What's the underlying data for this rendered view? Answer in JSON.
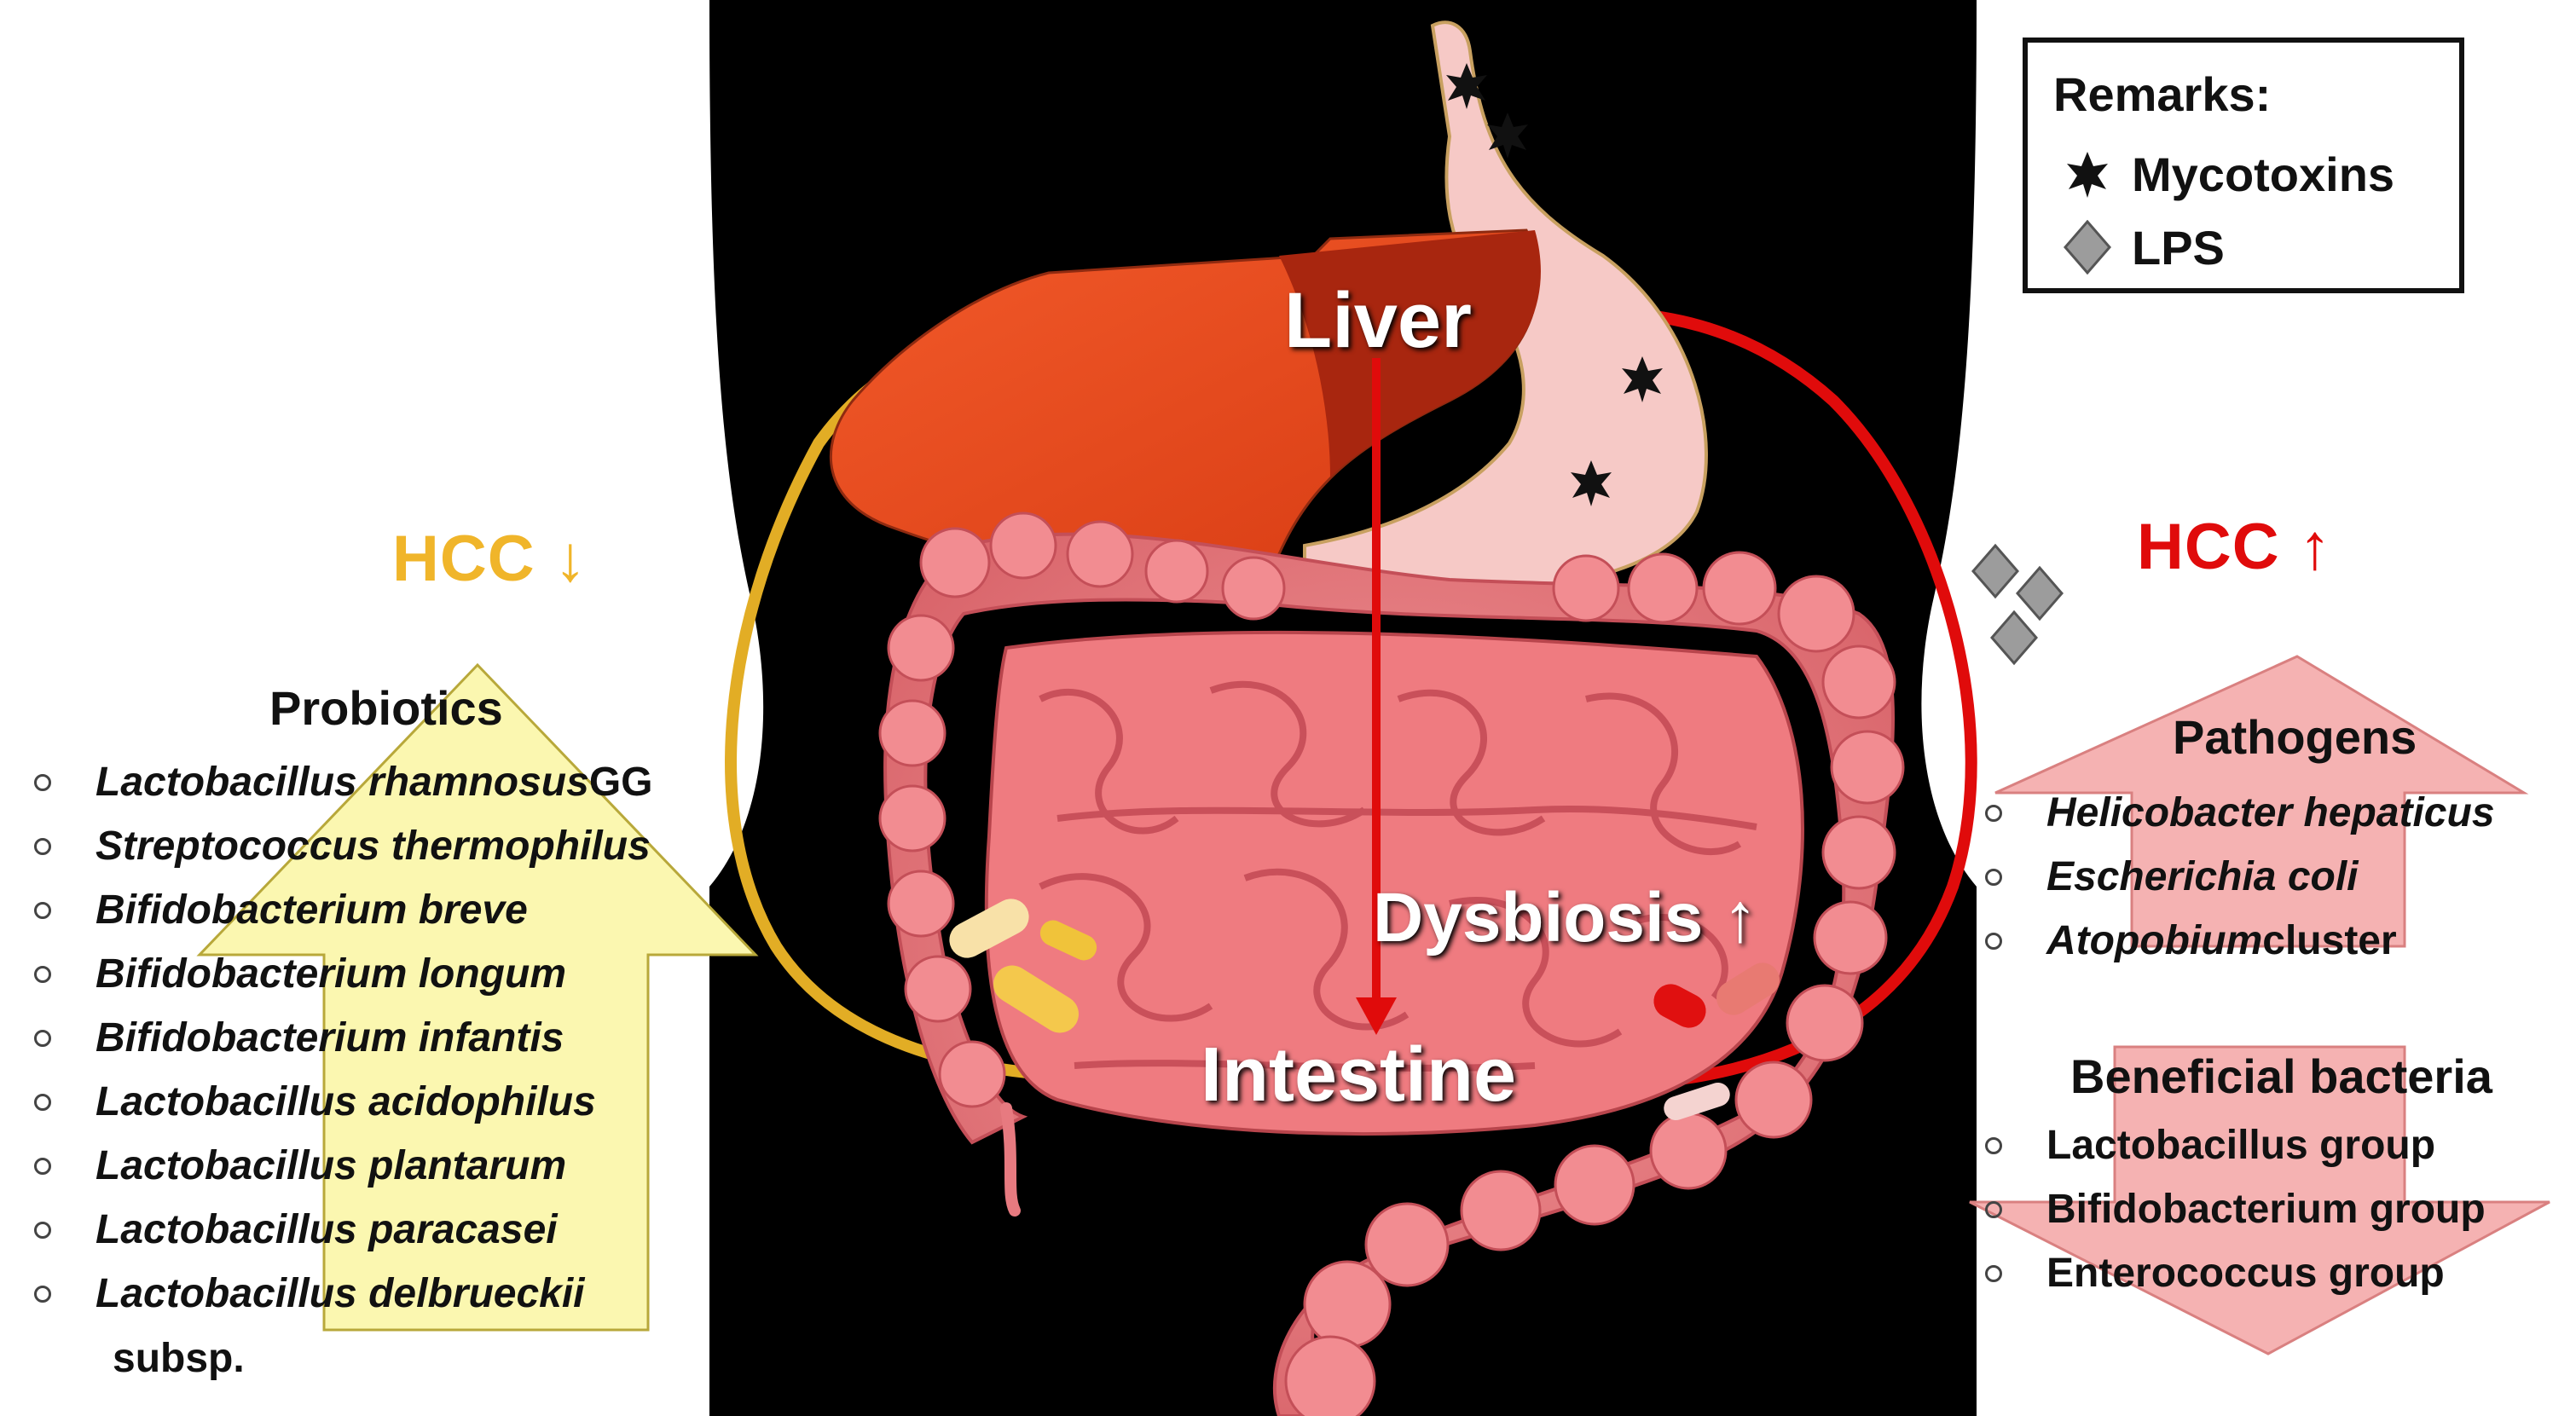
{
  "labels": {
    "liver": "Liver",
    "dysbiosis": "Dysbiosis ↑",
    "intestine": "Intestine",
    "hcc_left": "HCC ↓",
    "hcc_right": "HCC ↑"
  },
  "remarks": {
    "title": "Remarks:",
    "items": [
      {
        "icon": "star-burst-icon",
        "label": "Mycotoxins"
      },
      {
        "icon": "diamond-icon",
        "label": "LPS"
      }
    ]
  },
  "probiotics": {
    "title": "Probiotics",
    "items": [
      {
        "genus": "Lactobacillus rhamnosus",
        "suffix": " GG"
      },
      {
        "genus": "Streptococcus thermophilus",
        "suffix": ""
      },
      {
        "genus": "Bifidobacterium breve",
        "suffix": ""
      },
      {
        "genus": "Bifidobacterium longum",
        "suffix": ""
      },
      {
        "genus": "Bifidobacterium infantis",
        "suffix": ""
      },
      {
        "genus": "Lactobacillus acidophilus",
        "suffix": ""
      },
      {
        "genus": "Lactobacillus plantarum",
        "suffix": ""
      },
      {
        "genus": "Lactobacillus paracasei",
        "suffix": ""
      },
      {
        "genus": "Lactobacillus delbrueckii",
        "suffix": ""
      }
    ],
    "extra": "subsp."
  },
  "pathogens": {
    "title": "Pathogens",
    "items": [
      {
        "genus": "Helicobacter hepaticus",
        "suffix": ""
      },
      {
        "genus": "Escherichia coli",
        "suffix": ""
      },
      {
        "genus": "Atopobium",
        "suffix": " cluster"
      }
    ]
  },
  "beneficial": {
    "title": "Beneficial bacteria",
    "items": [
      {
        "genus": "",
        "suffix": "Lactobacillus group"
      },
      {
        "genus": "",
        "suffix": "Bifidobacterium group"
      },
      {
        "genus": "",
        "suffix": "Enterococcus group"
      }
    ]
  },
  "colors": {
    "panel": "#000000",
    "liver": "#e8421a",
    "liver_dark": "#b52a10",
    "stomach": "#f6c9c6",
    "intestine": "#f0868a",
    "probiotic_arrow": "#f0b52a",
    "pathogen_arrow": "#e00b0b",
    "up_arrow_fill": "#fbf7b0",
    "pink_arrow_fill": "#f5b2b2"
  }
}
